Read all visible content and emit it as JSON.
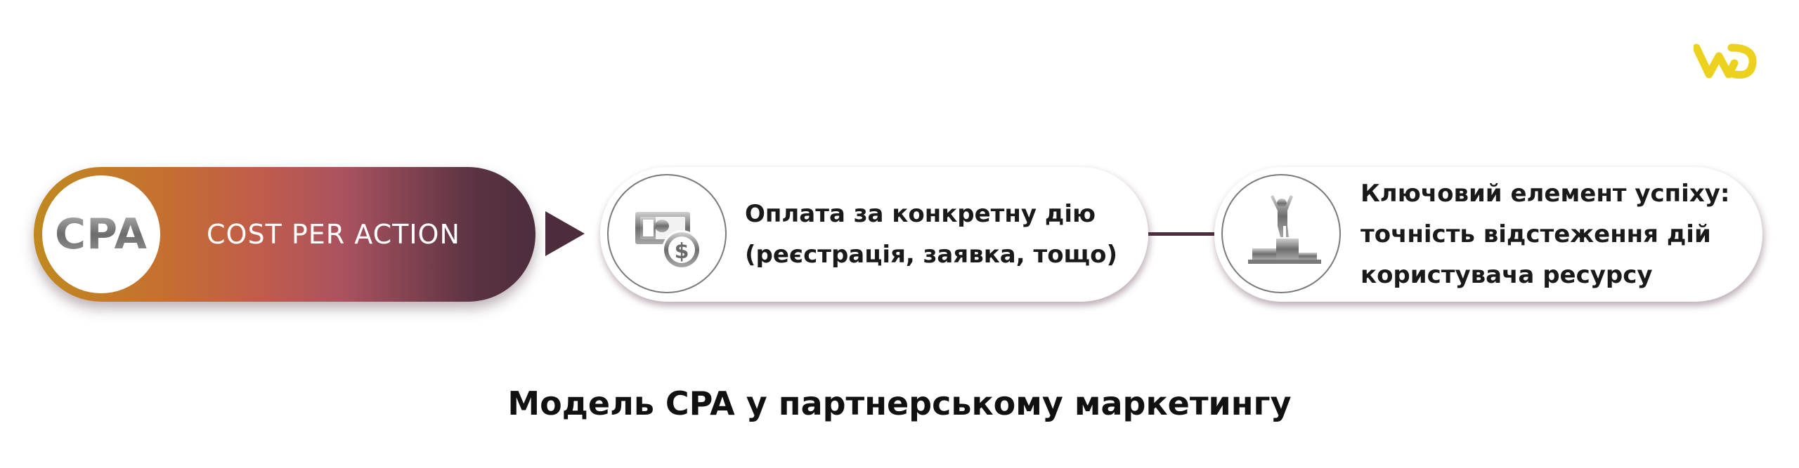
{
  "logo": {
    "icon": "wd-logo-icon",
    "color": "#ecd21f"
  },
  "steps": [
    {
      "circle_text": "CPA",
      "label": "COST PER ACTION",
      "gradient": [
        "#c0891f",
        "#c05c4b",
        "#a9525f",
        "#4d2d3c"
      ]
    },
    {
      "icon": "money-payment-icon",
      "lines": [
        "Оплата за конкретну дію",
        "(реєстрація, заявка, тощо)"
      ]
    },
    {
      "icon": "winner-podium-icon",
      "lines": [
        "Ключовий елемент успіху:",
        "точність відстеження дій",
        "користувача ресурсу"
      ]
    }
  ],
  "caption": "Модель CPA у партнерському маркетингу",
  "colors": {
    "accent_dark": "#4d2d3c",
    "text": "#1a1a1a"
  }
}
